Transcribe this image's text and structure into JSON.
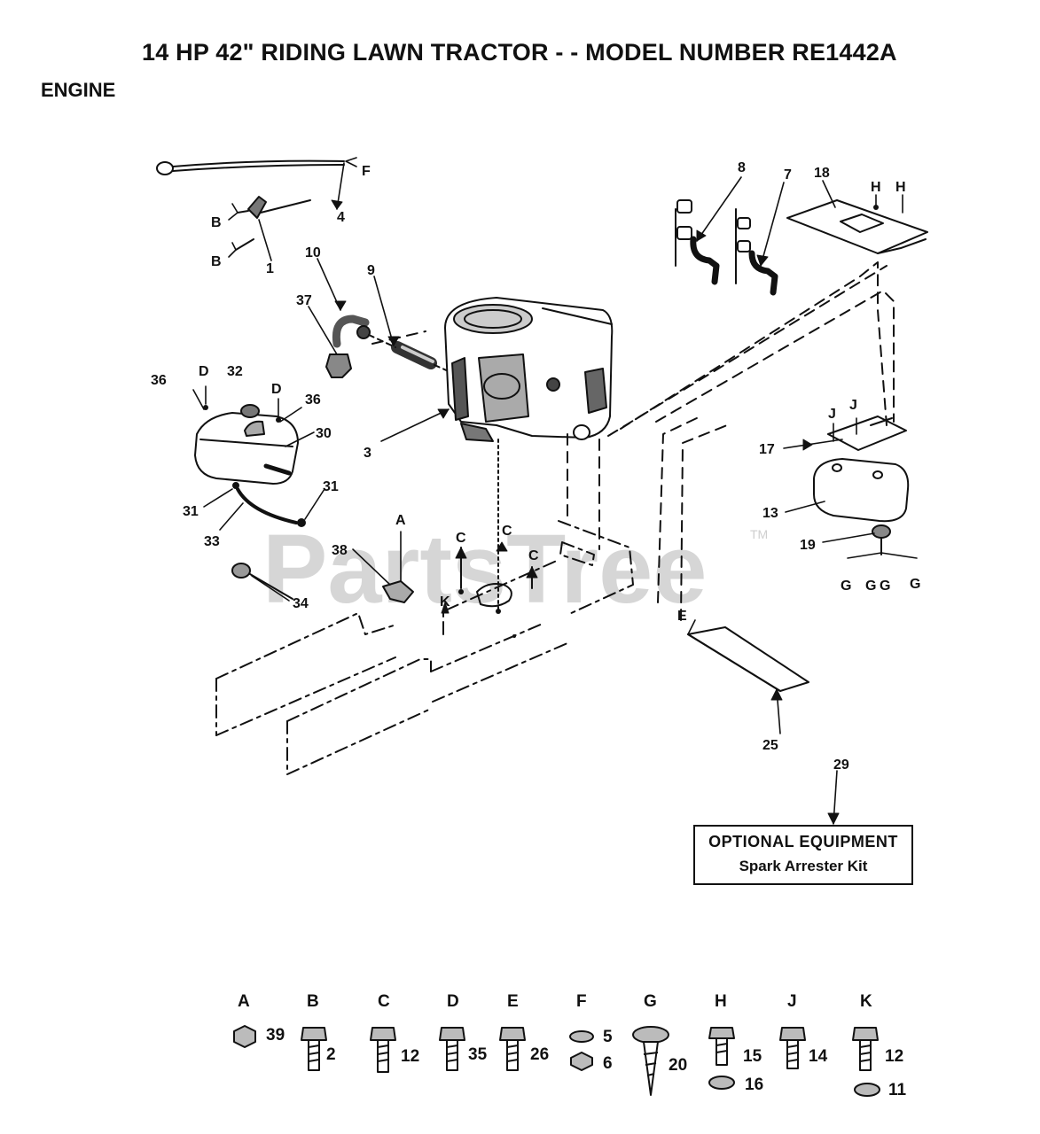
{
  "header": {
    "title": "14 HP 42\" RIDING LAWN TRACTOR - - MODEL NUMBER RE1442A",
    "section": "ENGINE"
  },
  "watermark": {
    "text": "PartsTree",
    "mark": "TM"
  },
  "optional_equipment": {
    "title": "OPTIONAL EQUIPMENT",
    "item": "Spark Arrester Kit"
  },
  "callouts": {
    "c1": "1",
    "c3": "3",
    "c4": "4",
    "c7": "7",
    "c8": "8",
    "c9": "9",
    "c10": "10",
    "c13": "13",
    "c17": "17",
    "c18": "18",
    "c19": "19",
    "c25": "25",
    "c29": "29",
    "c30": "30",
    "c31a": "31",
    "c31b": "31",
    "c32": "32",
    "c33": "33",
    "c34": "34",
    "c36a": "36",
    "c36b": "36",
    "c37": "37",
    "c38": "38"
  },
  "letters": {
    "F": "F",
    "B1": "B",
    "B2": "B",
    "D1": "D",
    "D2": "D",
    "A": "A",
    "C1": "C",
    "C2": "C",
    "C3": "C",
    "K": "K",
    "E": "E",
    "H1": "H",
    "H2": "H",
    "J1": "J",
    "J2": "J",
    "G1": "G",
    "G2": "G",
    "G3": "G",
    "G4": "G"
  },
  "hardware_legend": [
    {
      "letter": "A",
      "parts": [
        "39"
      ]
    },
    {
      "letter": "B",
      "parts": [
        "2"
      ]
    },
    {
      "letter": "C",
      "parts": [
        "12"
      ]
    },
    {
      "letter": "D",
      "parts": [
        "35"
      ]
    },
    {
      "letter": "E",
      "parts": [
        "26"
      ]
    },
    {
      "letter": "F",
      "parts": [
        "5",
        "6"
      ]
    },
    {
      "letter": "G",
      "parts": [
        "20"
      ]
    },
    {
      "letter": "H",
      "parts": [
        "15",
        "16"
      ]
    },
    {
      "letter": "J",
      "parts": [
        "14"
      ]
    },
    {
      "letter": "K",
      "parts": [
        "12",
        "11"
      ]
    }
  ]
}
